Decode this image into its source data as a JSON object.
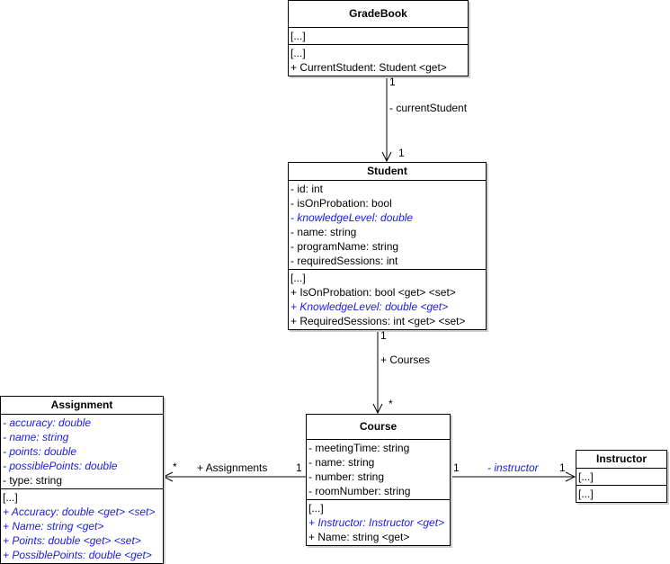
{
  "classes": {
    "gradebook": {
      "name": "GradeBook",
      "attributes": [
        {
          "text": "[...]",
          "italic": false
        }
      ],
      "operations": [
        {
          "text": "[...]",
          "italic": false
        },
        {
          "text": "+ CurrentStudent: Student <get>",
          "italic": false
        }
      ]
    },
    "student": {
      "name": "Student",
      "attributes": [
        {
          "text": "-  id: int",
          "italic": false
        },
        {
          "text": "-  isOnProbation: bool",
          "italic": false
        },
        {
          "text": "-  knowledgeLevel: double",
          "italic": true
        },
        {
          "text": "-  name: string",
          "italic": false
        },
        {
          "text": "-  programName: string",
          "italic": false
        },
        {
          "text": "-  requiredSessions: int",
          "italic": false
        }
      ],
      "operations": [
        {
          "text": "[...]",
          "italic": false
        },
        {
          "text": "+ IsOnProbation: bool <get> <set>",
          "italic": false
        },
        {
          "text": "+ KnowledgeLevel: double <get>",
          "italic": true
        },
        {
          "text": "+ RequiredSessions: int <get> <set>",
          "italic": false
        }
      ]
    },
    "assignment": {
      "name": "Assignment",
      "attributes": [
        {
          "text": "-  accuracy: double",
          "italic": true
        },
        {
          "text": "-  name: string",
          "italic": true
        },
        {
          "text": "-  points: double",
          "italic": true
        },
        {
          "text": "-  possiblePoints: double",
          "italic": true
        },
        {
          "text": "-  type: string",
          "italic": false
        }
      ],
      "operations": [
        {
          "text": "[...]",
          "italic": false
        },
        {
          "text": "+ Accuracy: double <get> <set>",
          "italic": true
        },
        {
          "text": "+ Name: string <get>",
          "italic": true
        },
        {
          "text": "+ Points: double <get> <set>",
          "italic": true
        },
        {
          "text": "+ PossiblePoints: double <get>",
          "italic": true
        }
      ]
    },
    "course": {
      "name": "Course",
      "attributes": [
        {
          "text": "-  meetingTime: string",
          "italic": false
        },
        {
          "text": "-  name: string",
          "italic": false
        },
        {
          "text": "-  number: string",
          "italic": false
        },
        {
          "text": "-  roomNumber: string",
          "italic": false
        }
      ],
      "operations": [
        {
          "text": "[...]",
          "italic": false
        },
        {
          "text": "+ Instructor: Instructor <get>",
          "italic": true
        },
        {
          "text": "+ Name: string <get>",
          "italic": false
        }
      ]
    },
    "instructor": {
      "name": "Instructor",
      "attributes": [
        {
          "text": "[...]",
          "italic": false
        }
      ],
      "operations": [
        {
          "text": "[...]",
          "italic": false
        }
      ]
    }
  },
  "associations": [
    {
      "id": "gradebook-student",
      "from": "gradebook",
      "to": "student",
      "role": "- currentStudent",
      "role_italic": false,
      "source_mult": "1",
      "target_mult": "1"
    },
    {
      "id": "student-course",
      "from": "student",
      "to": "course",
      "role": "+ Courses",
      "role_italic": false,
      "source_mult": "1",
      "target_mult": "*"
    },
    {
      "id": "course-assignment",
      "from": "course",
      "to": "assignment",
      "role": "+ Assignments",
      "role_italic": false,
      "source_mult": "1",
      "target_mult": "*"
    },
    {
      "id": "course-instructor",
      "from": "course",
      "to": "instructor",
      "role": "- instructor",
      "role_italic": true,
      "source_mult": "1",
      "target_mult": "1"
    }
  ]
}
